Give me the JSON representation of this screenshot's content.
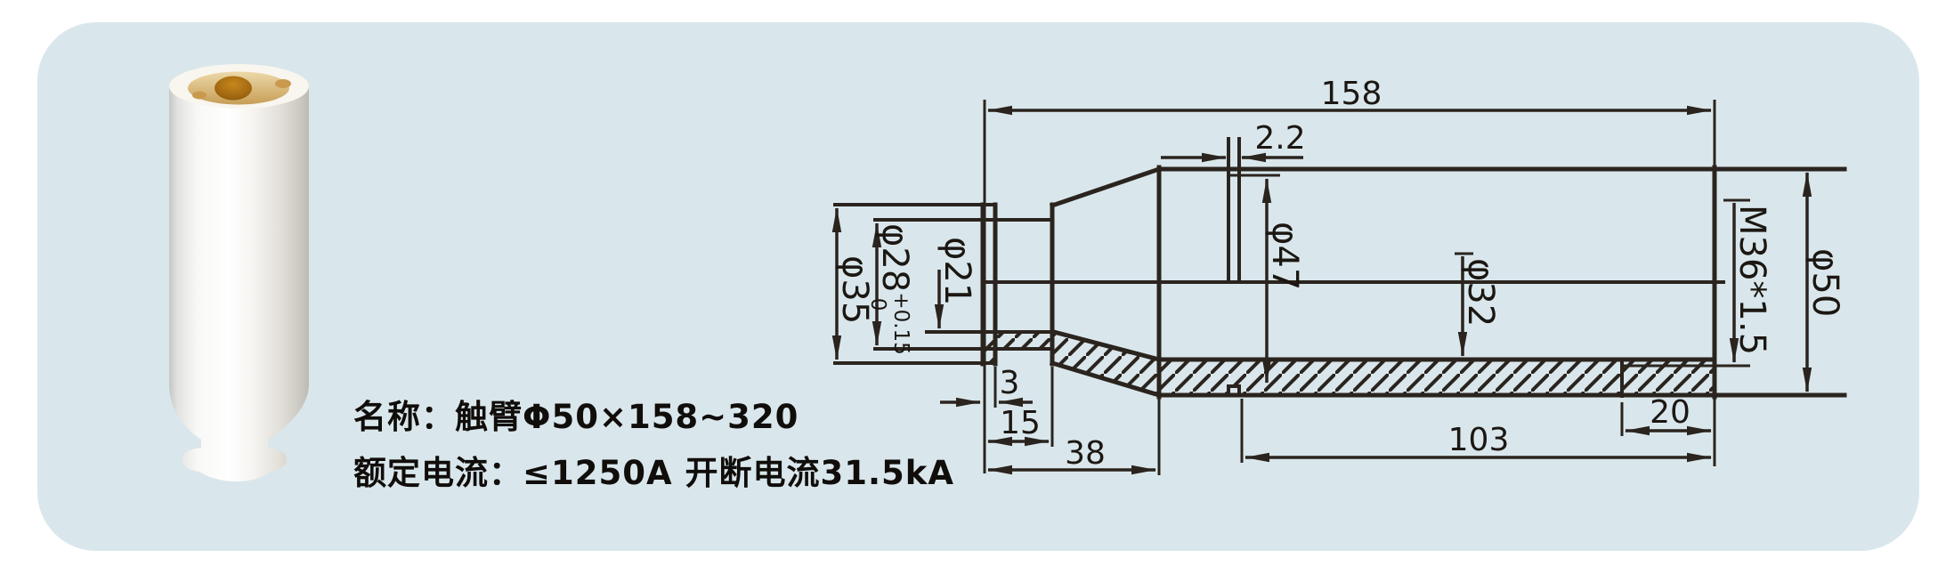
{
  "colors": {
    "panel_bg": "#d9e7ec",
    "drawing_line": "#2b241e",
    "photo_ring": "#d9bb7f",
    "photo_bore": "#a06a14"
  },
  "caption": {
    "name_line": "名称：触臂Φ50×158~320",
    "rating_line": "额定电流：≤1250A 开断电流31.5kA"
  },
  "drawing": {
    "dimensions": {
      "total_length": "158",
      "groove_width": "2.2",
      "flange_dia": "φ35",
      "neck_dia": "φ28",
      "neck_dia_tol_upper": "+0.15",
      "neck_dia_tol_lower": "0",
      "tip_bore_dia": "φ21",
      "groove_dia": "φ47",
      "bore_dia": "φ32",
      "thread_spec": "M36*1.5",
      "outer_dia": "φ50",
      "flange_width": "3",
      "neck_length": "15",
      "taper_section_length": "38",
      "bore_length": "103",
      "thread_depth": "20"
    }
  }
}
